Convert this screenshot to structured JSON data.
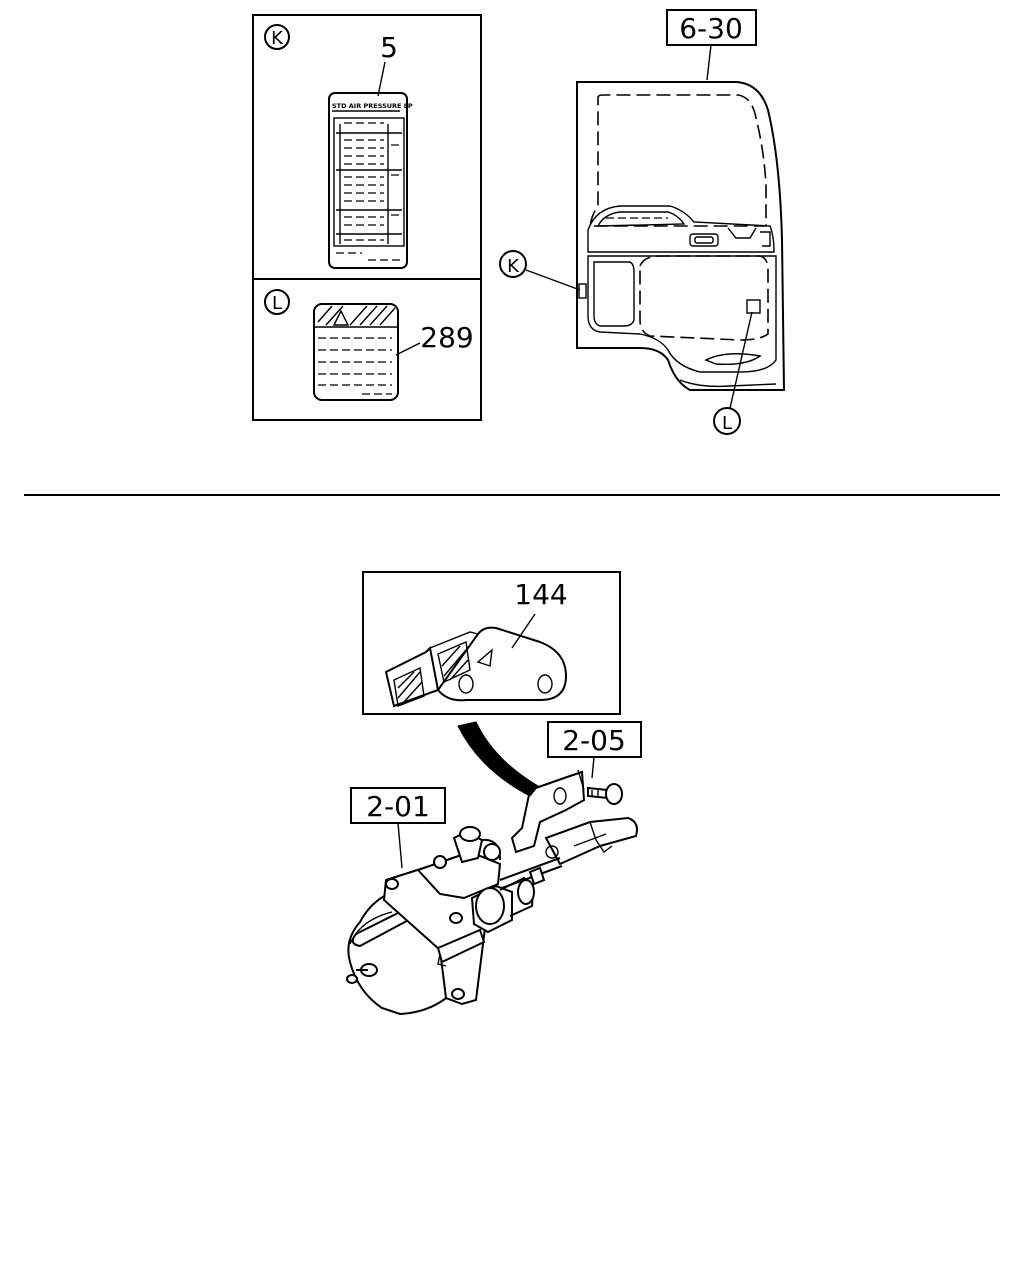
{
  "callouts": {
    "ref_6_30": "6-30",
    "ref_2_05": "2-05",
    "ref_2_01": "2-01",
    "part_5": "5",
    "part_289": "289",
    "part_144": "144"
  },
  "view_markers": {
    "k": "K",
    "l": "L"
  },
  "label_5_heading": "STD AIR PRESSURE LP"
}
